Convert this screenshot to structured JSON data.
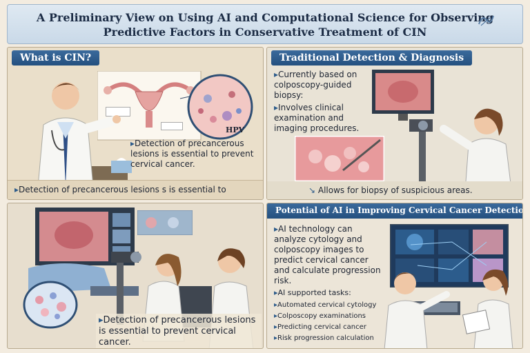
{
  "header": {
    "title_line1": "A Preliminary View on Using AI and Computational Science for Observing",
    "title_line2": "Predictive Factors in Conservative Treatment of CIN"
  },
  "panel1": {
    "title": "What is CIN?",
    "hpv_label": "HPV",
    "callout": "Detection of precancerous lesions is essential to prevent cervical cancer.",
    "footer": "Detection of precancerous lesions s is essential to"
  },
  "panel2": {
    "title": "Traditional Detection & Diagnosis",
    "bullet1": "Currently based on colposcopy-guided biopsy:",
    "bullet2": "Involves clinical examination and imaging procedures.",
    "footer": "Allows for biopsy of suspicious areas."
  },
  "panel3": {
    "caption": "Detection of precancerous lesions is essential to prevent cervical cancer."
  },
  "panel4": {
    "title": "Potential of AI in Improving Cervical Cancer Detection",
    "bullet1": "AI technology can analyze cytology and colposcopy images to predict cervical cancer and calculate progression risk.",
    "tasks_heading": "AI supported tasks:",
    "tasks": [
      "Automated cervical cytology",
      "Colposcopy examinations",
      "Predicting cervical cancer",
      "Risk progression calculation"
    ]
  },
  "colors": {
    "title_bar": "#24507f",
    "tissue_pink": "#e79a9c",
    "coat_white": "#f7f7f4",
    "screen_dark": "#2d3a4a"
  }
}
